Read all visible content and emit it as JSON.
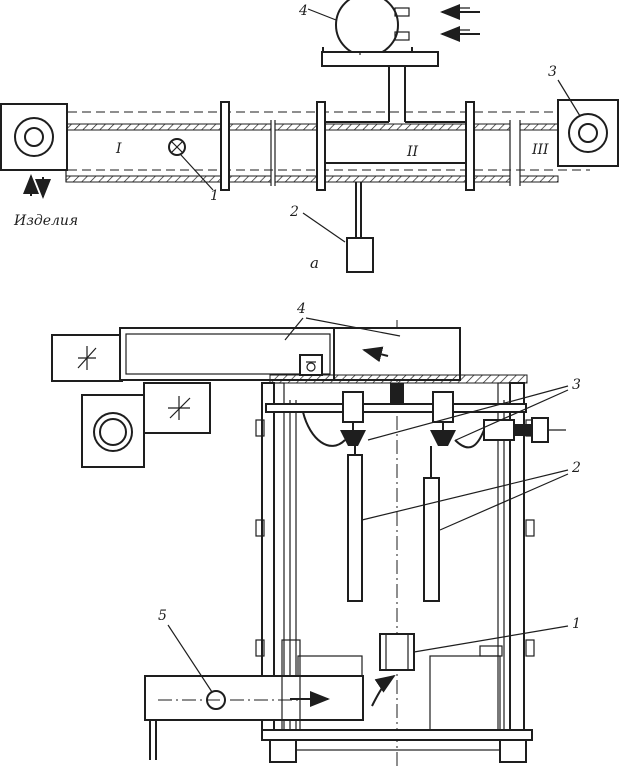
{
  "top_view": {
    "caption": "а",
    "zones": [
      "I",
      "II",
      "III"
    ],
    "products_label": "Изделия",
    "callouts": [
      "4",
      "3",
      "1",
      "2"
    ]
  },
  "side_view": {
    "callouts": [
      "4",
      "3",
      "2",
      "5",
      "1"
    ]
  }
}
